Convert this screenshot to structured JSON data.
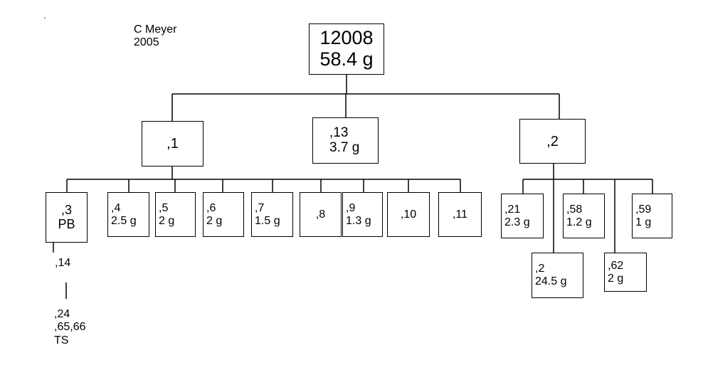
{
  "credit": {
    "author": "C Meyer",
    "year": "2005"
  },
  "nodes": {
    "root": [
      "12008",
      "58.4 g"
    ],
    "n1": [
      ",1"
    ],
    "n13": [
      ",13",
      "3.7 g"
    ],
    "n2": [
      ",2"
    ],
    "n3": [
      ",3",
      "PB"
    ],
    "n4": [
      ",4",
      "2.5 g"
    ],
    "n5": [
      ",5",
      "2 g"
    ],
    "n6": [
      ",6",
      "2 g"
    ],
    "n7": [
      ",7",
      "1.5 g"
    ],
    "n8": [
      ",8"
    ],
    "n9": [
      ",9",
      "1.3 g"
    ],
    "n10": [
      ",10"
    ],
    "n11": [
      ",11"
    ],
    "n21": [
      ",21",
      "2.3 g"
    ],
    "n2b": [
      ",2",
      "24.5 g"
    ],
    "n58": [
      ",58",
      "1.2 g"
    ],
    "n62": [
      ",62",
      "2 g"
    ],
    "n59": [
      ",59",
      "1 g"
    ],
    "n14": [
      ",14"
    ],
    "n24": [
      ",24",
      ",65,66",
      "TS"
    ]
  },
  "line_color": "#000000"
}
